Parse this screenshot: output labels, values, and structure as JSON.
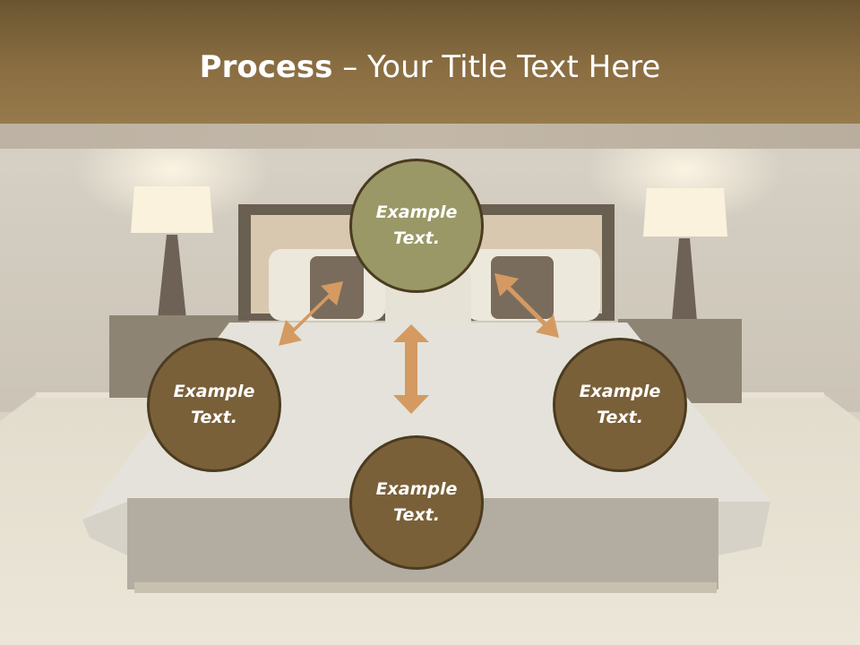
{
  "slide": {
    "title_bold": "Process",
    "title_separator": " – ",
    "title_rest": "Your Title Text Here"
  },
  "nodes": {
    "top": {
      "line1": "Example",
      "line2": "Text."
    },
    "left": {
      "line1": "Example",
      "line2": "Text."
    },
    "right": {
      "line1": "Example",
      "line2": "Text."
    },
    "bottom": {
      "line1": "Example",
      "line2": "Text."
    }
  },
  "colors": {
    "title_band": "#8a6e42",
    "node_top": "#999866",
    "node_other": "#7a6038",
    "node_border": "#4b3b20",
    "arrow": "#d49a62"
  }
}
